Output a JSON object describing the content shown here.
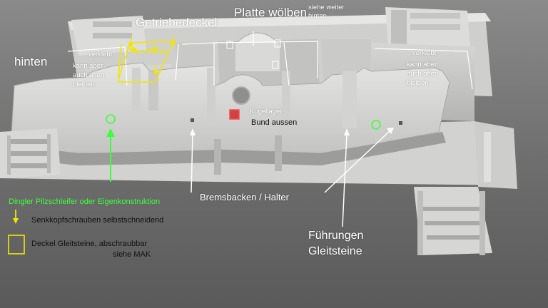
{
  "annotations": {
    "hinten": "hinten",
    "getriebedeckel": "Getriebedeckel",
    "platte_woelben": "Platte wölben",
    "siehe_weiter_hinten_1": "siehe weiter",
    "siehe_weiter_hinten_2": "hinten",
    "verklebt_left": "verklebt",
    "kann_aber_left_1": "kann aber",
    "kann_aber_left_2": "auch offen",
    "kann_aber_left_3": "bleiben",
    "verschraubt": "verschraubt",
    "verklebt_right": "verklebt",
    "kann_aber_right_1": "kann aber",
    "kann_aber_right_2": "auch offen",
    "kann_aber_right_3": "bleiben",
    "kugellager": "Kugellager",
    "bund_aussen": "Bund aussen",
    "dingler": "Dingler Pilzschleifer oder Eigenkonstruktion",
    "bremsbacken": "Bremsbacken / Halter",
    "fuehrungen_1": "Führungen",
    "fuehrungen_2": "Gleitsteine"
  },
  "legend": {
    "senkkopf": "Senkkopfschrauben  selbstschneidend",
    "deckel": "Deckel Gleitsteine, abschraubbar",
    "siehe_mak": "siehe MAK"
  },
  "colors": {
    "annotation_green": "#3cff3c",
    "annotation_yellow": "#f2e600",
    "annotation_red": "#d03030",
    "model_grey": "#d8d8d6"
  }
}
